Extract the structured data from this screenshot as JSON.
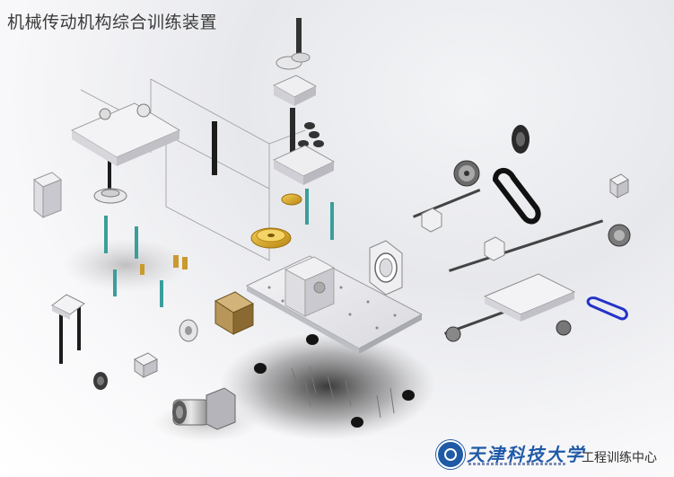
{
  "title": "机械传动机构综合训练装置",
  "footer": {
    "university": "天津科技大学",
    "center": "工程训练中心"
  },
  "colors": {
    "shaft_teal": "#3b9e9a",
    "belt_blue": "#2433c8",
    "gold_part": "#d9a521",
    "plate_gray": "#e6e6ea",
    "dark_part": "#1c1c1c",
    "logo_blue": "#1f5aa6"
  }
}
